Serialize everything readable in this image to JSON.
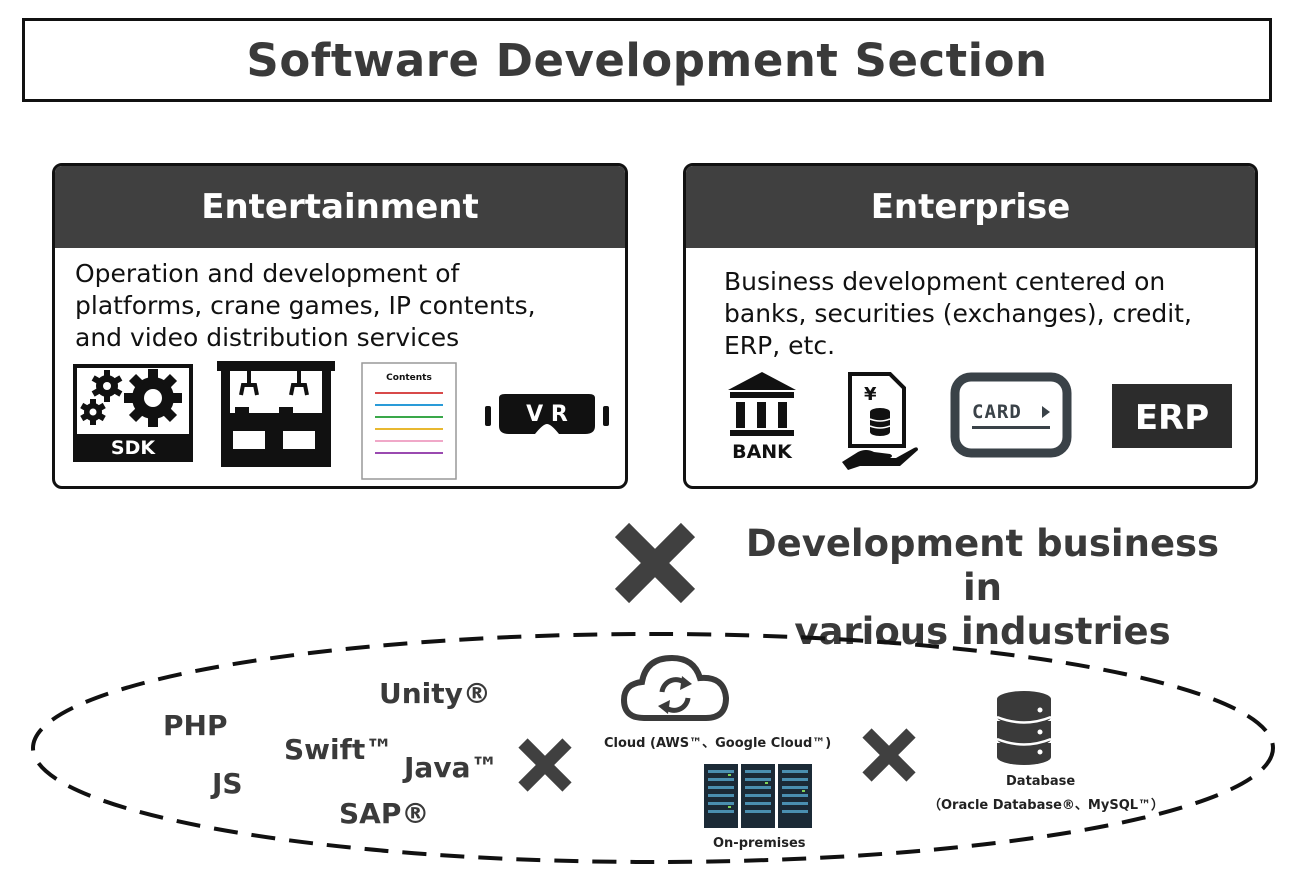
{
  "title": "Software Development Section",
  "entertainment": {
    "header": "Entertainment",
    "desc_lines": [
      "Operation and development of",
      "platforms, crane games, IP contents,",
      "and video distribution services"
    ],
    "sdk_label": "SDK",
    "contents_label": "Contents",
    "vr_label": "V R"
  },
  "enterprise": {
    "header": "Enterprise",
    "desc_lines": [
      "Business development centered on",
      "banks, securities (exchanges), credit,",
      "ERP, etc."
    ],
    "bank_label": "BANK",
    "yen_symbol": "¥",
    "card_label": "CARD",
    "erp_label": "ERP"
  },
  "middle": {
    "heading_lines": [
      "Development business in",
      "various industries"
    ]
  },
  "technologies": {
    "php": "PHP",
    "js": "JS",
    "swift": "Swift™",
    "unity": "Unity®",
    "java": "Java™",
    "sap": "SAP®",
    "cloud": "Cloud (AWS™、Google  Cloud™)",
    "onprem": "On-premises",
    "database_title": "Database",
    "database_sub": "（Oracle Database®、MySQL™）"
  },
  "colors": {
    "header_bg": "#404040",
    "text_dark": "#3a3a3a",
    "line_colors": [
      "#d84a4a",
      "#2a9bd8",
      "#3aa84a",
      "#e8b830",
      "#f0a8c8",
      "#9a4ab0"
    ]
  }
}
